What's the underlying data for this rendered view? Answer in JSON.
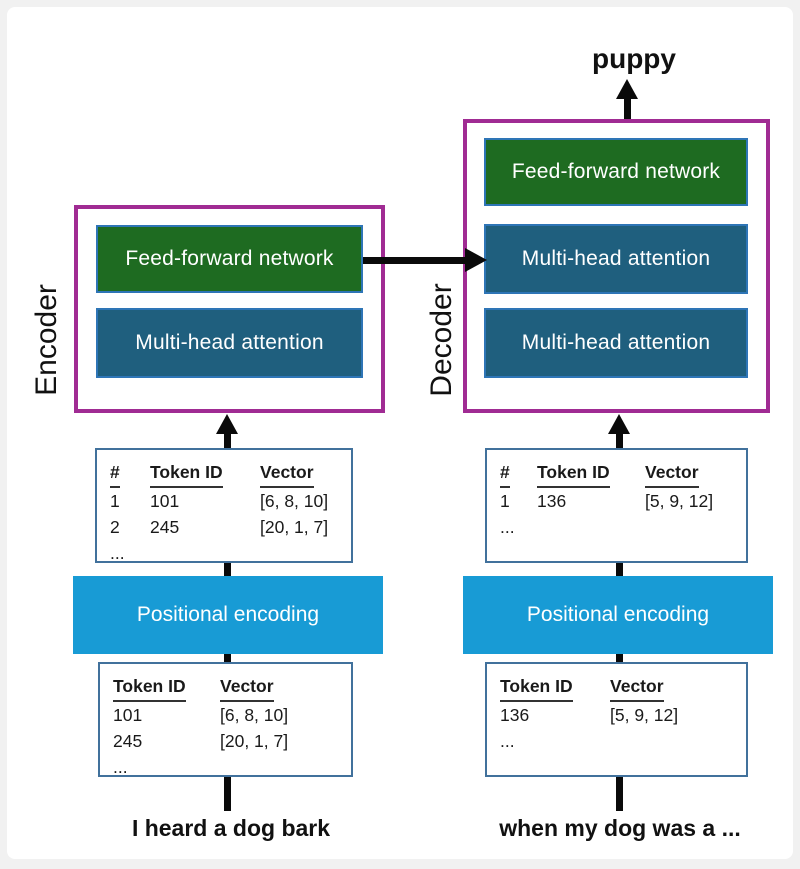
{
  "output_word": "puppy",
  "encoder": {
    "label": "Encoder",
    "layers": [
      "Feed-forward network",
      "Multi-head attention"
    ]
  },
  "decoder": {
    "label": "Decoder",
    "layers": [
      "Feed-forward network",
      "Multi-head attention",
      "Multi-head attention"
    ]
  },
  "positional_encoding": {
    "left_label": "Positional encoding",
    "right_label": "Positional encoding"
  },
  "inputs": {
    "left_sentence": "I heard a dog bark",
    "right_sentence": "when my dog was a ..."
  },
  "tables": {
    "encoder_after_pos": {
      "headers": [
        "#",
        "Token ID",
        "Vector"
      ],
      "rows": [
        [
          "1",
          "101",
          "[6, 8, 10]"
        ],
        [
          "2",
          "245",
          "[20, 1, 7]"
        ],
        [
          "...",
          "",
          ""
        ]
      ]
    },
    "encoder_embedding": {
      "headers": [
        "Token ID",
        "Vector"
      ],
      "rows": [
        [
          "101",
          "[6, 8, 10]"
        ],
        [
          "245",
          "[20, 1, 7]"
        ],
        [
          "...",
          ""
        ]
      ]
    },
    "decoder_after_pos": {
      "headers": [
        "#",
        "Token ID",
        "Vector"
      ],
      "rows": [
        [
          "1",
          "136",
          "[5, 9, 12]"
        ],
        [
          "...",
          "",
          ""
        ]
      ]
    },
    "decoder_embedding": {
      "headers": [
        "Token ID",
        "Vector"
      ],
      "rows": [
        [
          "136",
          "[5, 9, 12]"
        ],
        [
          "...",
          ""
        ]
      ]
    }
  },
  "colors": {
    "component_border_purple": "#A02B93",
    "feed_forward_green": "#1E6B21",
    "attention_blue": "#1F5F7E",
    "positional_encoding_blue": "#189BD5",
    "inner_border_blue": "#2E75B6",
    "table_border_blue": "#41719C",
    "arrow_black": "#0A0A0A",
    "background": "#FFFFFF",
    "frame": "#F1F1F1"
  }
}
